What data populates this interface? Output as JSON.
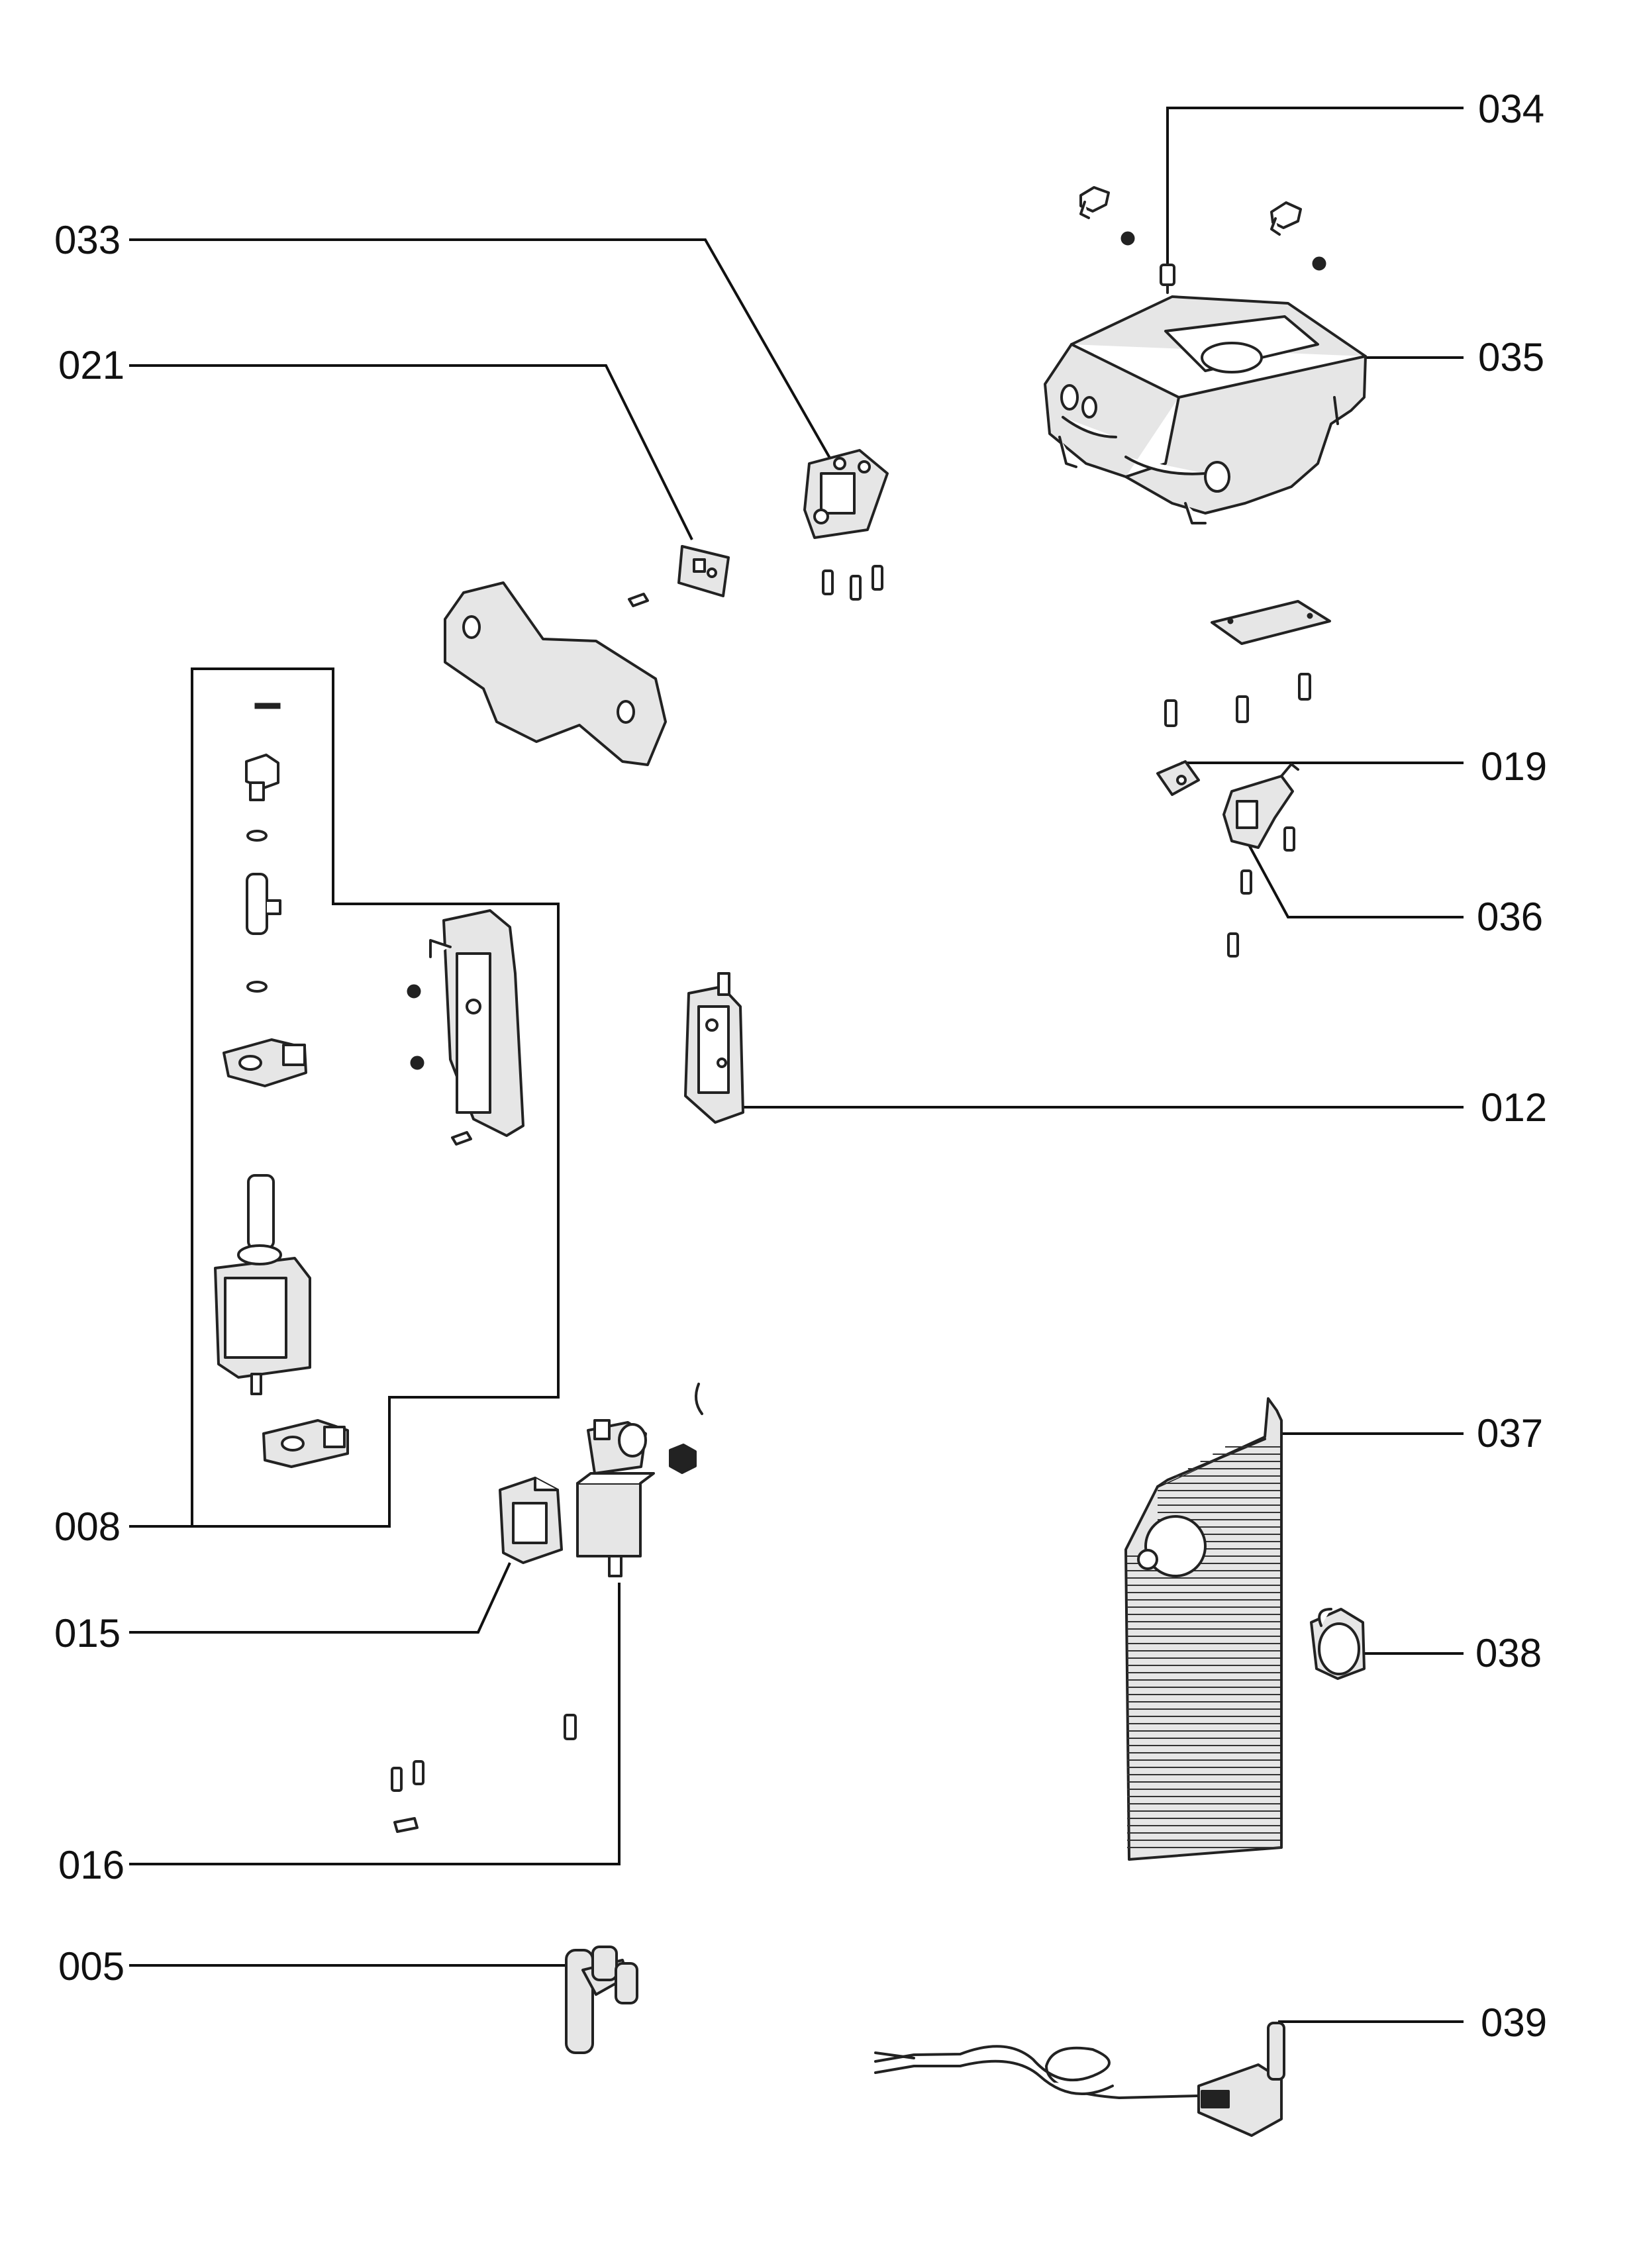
{
  "labels": {
    "p034": "034",
    "p033": "033",
    "p035": "035",
    "p021": "021",
    "p019": "019",
    "p036": "036",
    "p012": "012",
    "p037": "037",
    "p038": "038",
    "p008": "008",
    "p015": "015",
    "p016": "016",
    "p005": "005",
    "p039": "039"
  },
  "colors": {
    "line": "#111111",
    "background": "#ffffff"
  }
}
